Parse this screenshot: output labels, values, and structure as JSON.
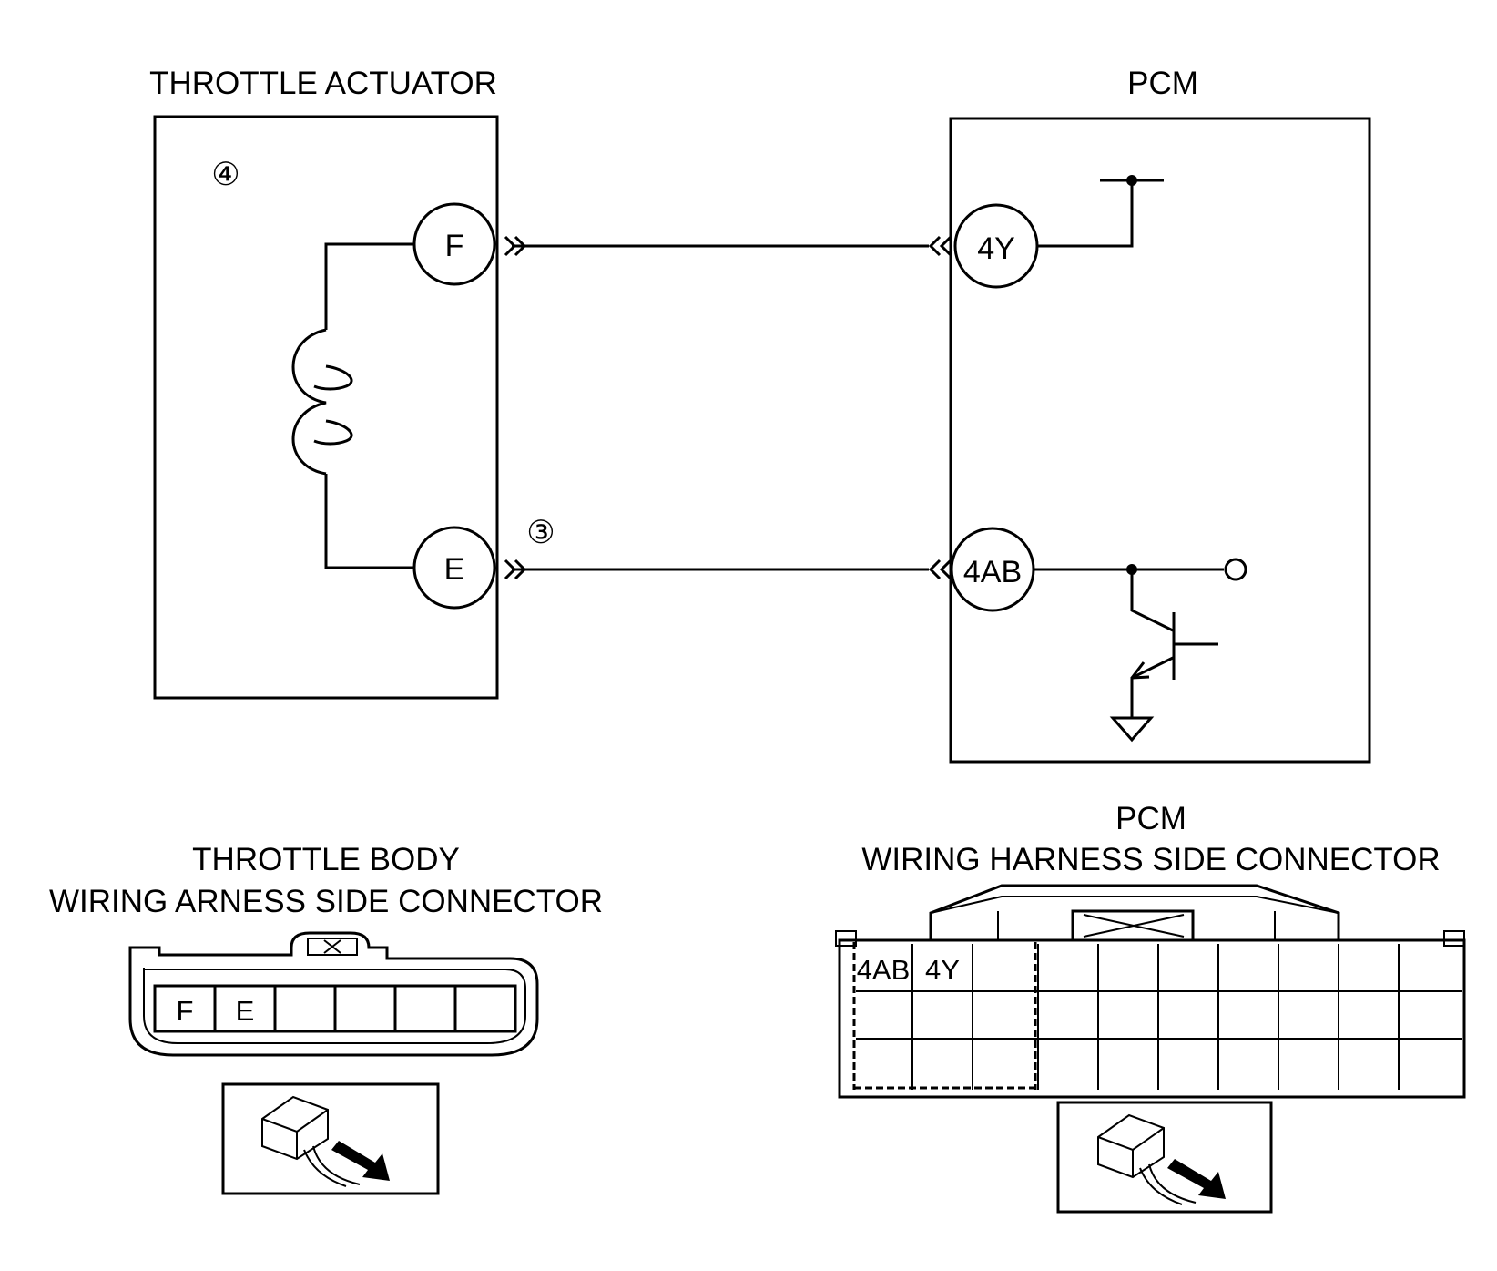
{
  "throttle_actuator": {
    "title": "THROTTLE ACTUATOR",
    "marker": "④",
    "pins": {
      "top": "F",
      "bottom": "E"
    }
  },
  "pcm": {
    "title": "PCM",
    "pins": {
      "top": "4Y",
      "bottom": "4AB"
    }
  },
  "wire_marker": "③",
  "throttle_connector": {
    "title_line1": "THROTTLE BODY",
    "title_line2": "WIRING ARNESS SIDE CONNECTOR",
    "cells": [
      "F",
      "E",
      "",
      "",
      "",
      ""
    ]
  },
  "pcm_connector": {
    "title_line1": "PCM",
    "title_line2": "WIRING HARNESS SIDE CONNECTOR",
    "cells": [
      "4AB",
      "4Y"
    ]
  },
  "icons": {
    "throttle_view": "connector-view-icon",
    "pcm_view": "connector-view-icon"
  }
}
